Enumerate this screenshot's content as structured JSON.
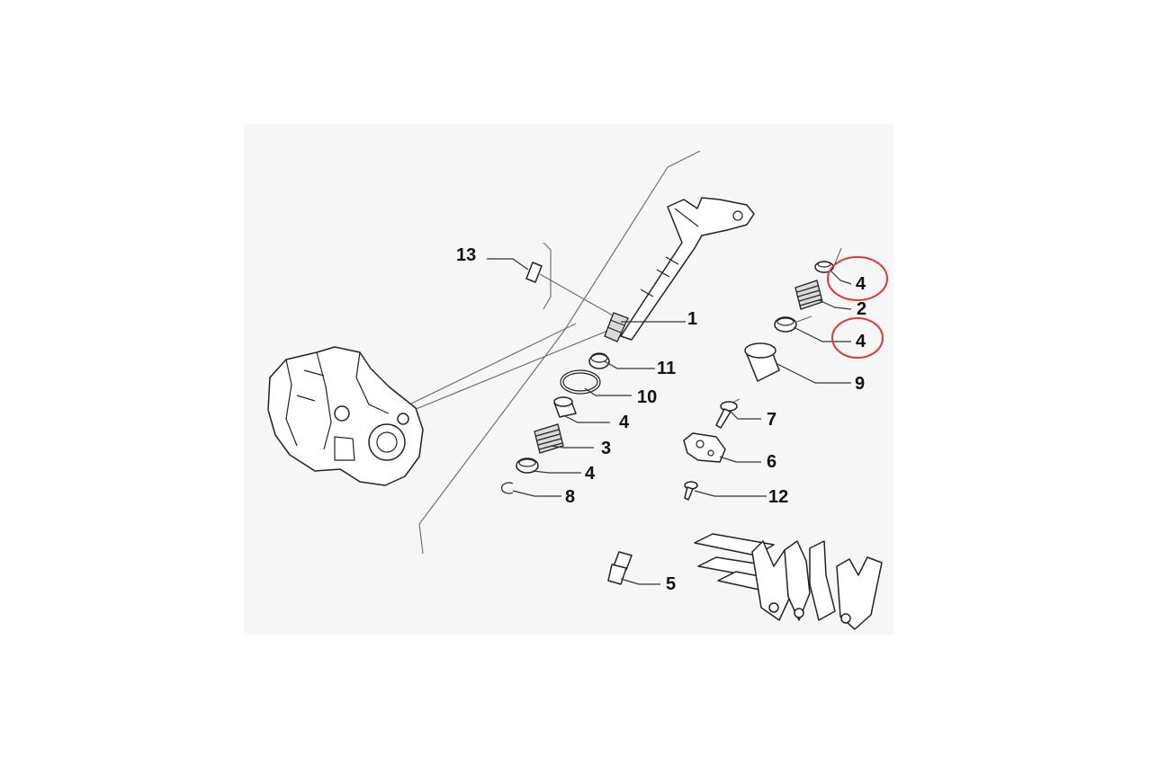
{
  "diagram": {
    "callouts": {
      "c1": "1",
      "c2": "2",
      "c3": "3",
      "c4a": "4",
      "c4b": "4",
      "c4c": "4",
      "c4d": "4",
      "c5": "5",
      "c6": "6",
      "c7": "7",
      "c8": "8",
      "c9": "9",
      "c10": "10",
      "c11": "11",
      "c12": "12",
      "c13": "13"
    },
    "highlight_color": "#d93a3a"
  }
}
